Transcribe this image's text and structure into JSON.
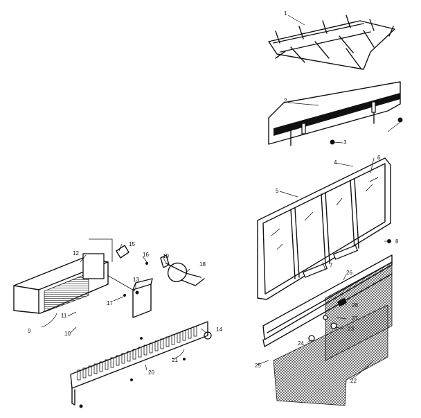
{
  "diagram": {
    "part_labels": [
      "1",
      "2",
      "3",
      "4",
      "5",
      "6",
      "7",
      "8",
      "9",
      "10",
      "11",
      "12",
      "13",
      "14",
      "15",
      "16",
      "17",
      "18",
      "19",
      "20",
      "21",
      "22",
      "23",
      "24",
      "25",
      "26",
      "27",
      "28"
    ]
  }
}
